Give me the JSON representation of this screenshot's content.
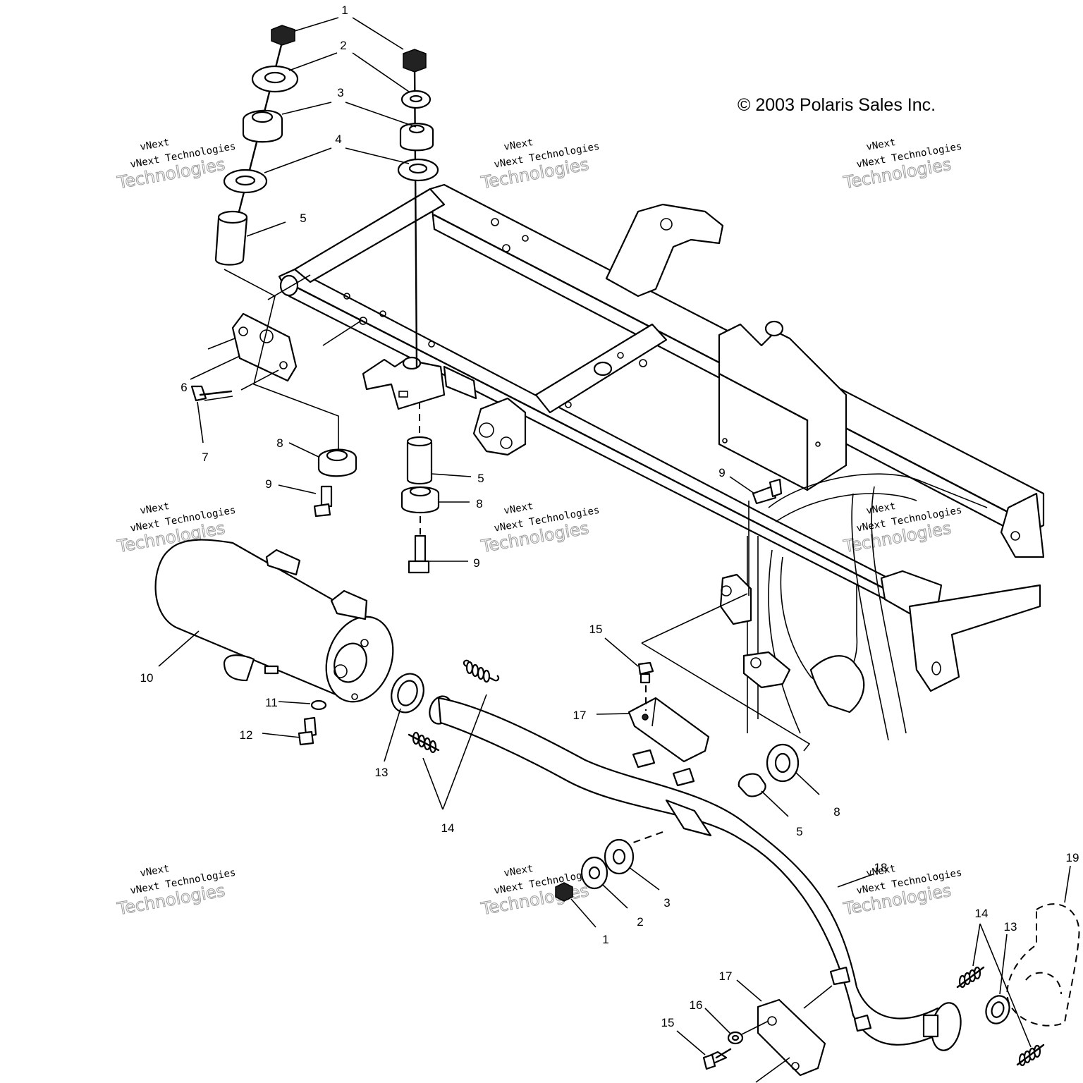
{
  "copyright": "© 2003 Polaris Sales Inc.",
  "watermark": {
    "line1": "vNext",
    "line2": "vNext Technologies",
    "line3": "Technologies"
  },
  "callouts": [
    {
      "id": "c1a",
      "label": "1"
    },
    {
      "id": "c2a",
      "label": "2"
    },
    {
      "id": "c3a",
      "label": "3"
    },
    {
      "id": "c4a",
      "label": "4"
    },
    {
      "id": "c5a",
      "label": "5"
    },
    {
      "id": "c6",
      "label": "6"
    },
    {
      "id": "c7",
      "label": "7"
    },
    {
      "id": "c8a",
      "label": "8"
    },
    {
      "id": "c9a",
      "label": "9"
    },
    {
      "id": "c5b",
      "label": "5"
    },
    {
      "id": "c8b",
      "label": "8"
    },
    {
      "id": "c9b",
      "label": "9"
    },
    {
      "id": "c9c",
      "label": "9"
    },
    {
      "id": "c10",
      "label": "10"
    },
    {
      "id": "c11",
      "label": "11"
    },
    {
      "id": "c12",
      "label": "12"
    },
    {
      "id": "c13a",
      "label": "13"
    },
    {
      "id": "c14a",
      "label": "14"
    },
    {
      "id": "c15a",
      "label": "15"
    },
    {
      "id": "c17a",
      "label": "17"
    },
    {
      "id": "c8c",
      "label": "8"
    },
    {
      "id": "c5c",
      "label": "5"
    },
    {
      "id": "c3b",
      "label": "3"
    },
    {
      "id": "c2b",
      "label": "2"
    },
    {
      "id": "c1b",
      "label": "1"
    },
    {
      "id": "c18",
      "label": "18"
    },
    {
      "id": "c19",
      "label": "19"
    },
    {
      "id": "c14b",
      "label": "14"
    },
    {
      "id": "c13b",
      "label": "13"
    },
    {
      "id": "c17b",
      "label": "17"
    },
    {
      "id": "c16",
      "label": "16"
    },
    {
      "id": "c15b",
      "label": "15"
    }
  ]
}
